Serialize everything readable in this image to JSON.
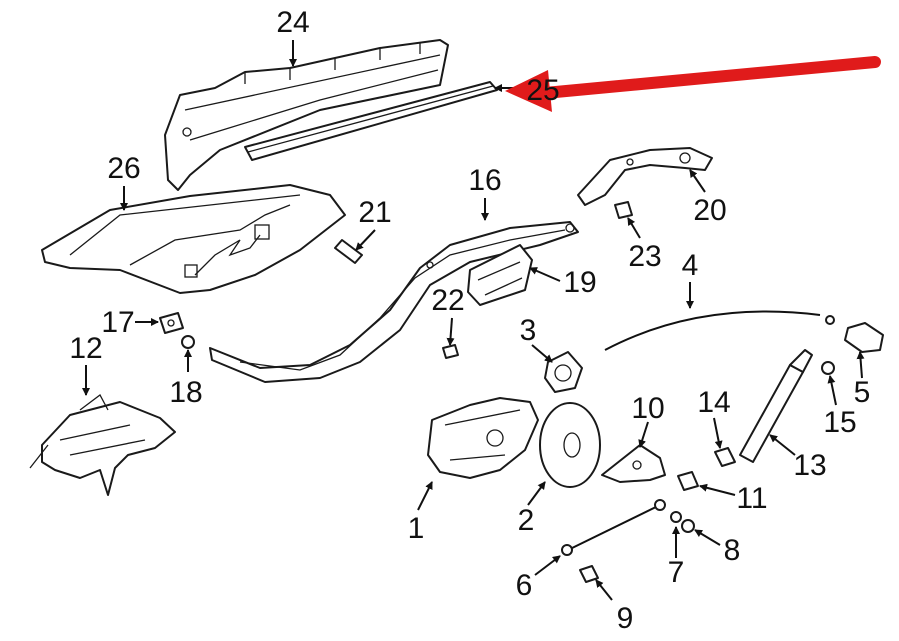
{
  "diagram": {
    "highlight_color": "#e01b1b",
    "line_color": "#1a1a1a",
    "callouts": [
      {
        "id": "c1",
        "label": "1"
      },
      {
        "id": "c2",
        "label": "2"
      },
      {
        "id": "c3",
        "label": "3"
      },
      {
        "id": "c4",
        "label": "4"
      },
      {
        "id": "c5",
        "label": "5"
      },
      {
        "id": "c6",
        "label": "6"
      },
      {
        "id": "c7",
        "label": "7"
      },
      {
        "id": "c8",
        "label": "8"
      },
      {
        "id": "c9",
        "label": "9"
      },
      {
        "id": "c10",
        "label": "10"
      },
      {
        "id": "c11",
        "label": "11"
      },
      {
        "id": "c12",
        "label": "12"
      },
      {
        "id": "c13",
        "label": "13"
      },
      {
        "id": "c14",
        "label": "14"
      },
      {
        "id": "c15",
        "label": "15"
      },
      {
        "id": "c16",
        "label": "16"
      },
      {
        "id": "c17",
        "label": "17"
      },
      {
        "id": "c18",
        "label": "18"
      },
      {
        "id": "c19",
        "label": "19"
      },
      {
        "id": "c20",
        "label": "20"
      },
      {
        "id": "c21",
        "label": "21"
      },
      {
        "id": "c22",
        "label": "22"
      },
      {
        "id": "c23",
        "label": "23"
      },
      {
        "id": "c24",
        "label": "24"
      },
      {
        "id": "c25",
        "label": "25"
      },
      {
        "id": "c26",
        "label": "26"
      }
    ]
  }
}
